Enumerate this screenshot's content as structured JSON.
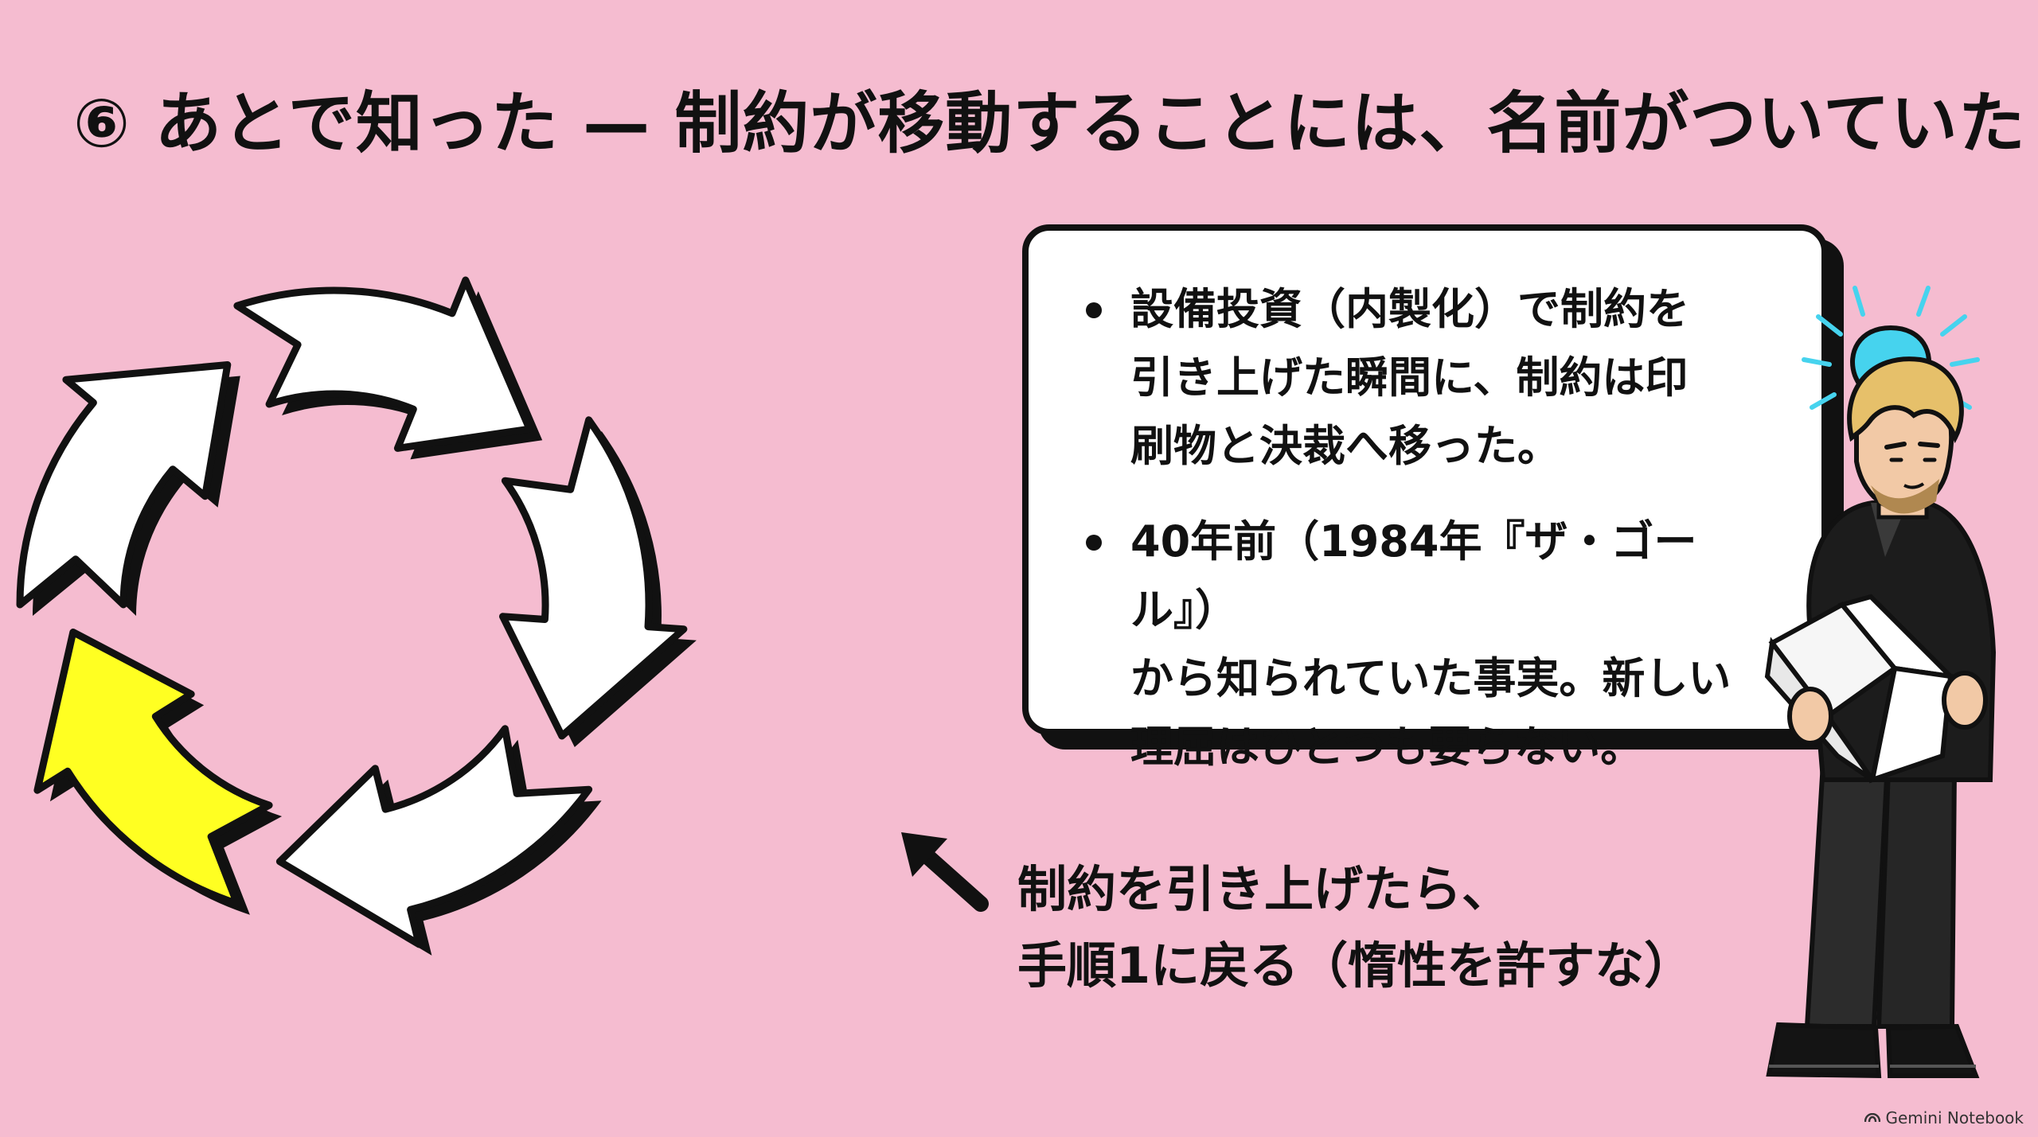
{
  "title": "⑥ あとで知った — 制約が移動することには、名前がついていた",
  "card": {
    "bullets": [
      "設備投資（内製化）で制約を\n引き上げた瞬間に、制約は印\n刷物と決裁へ移った。",
      "40年前（1984年『ザ・ゴール』）\nから知られていた事実。新しい\n理屈はひとつも要らない。"
    ]
  },
  "cycle": {
    "arrow_count": 5,
    "highlight_index": 3,
    "highlight_color": "#ffff22",
    "arrow_color": "#ffffff",
    "outline_color": "#111111"
  },
  "note": "制約を引き上げたら、\n手順1に戻る（惰性を許すな）",
  "footer": {
    "brand": "Gemini Notebook"
  },
  "colors": {
    "background": "#f5bcd0",
    "bulb": "#46d3ee",
    "ink": "#111111"
  },
  "icons": {
    "bulb": "lightbulb-icon",
    "pointer": "pointer-arrow-icon",
    "footer": "gemini-logo-icon"
  }
}
